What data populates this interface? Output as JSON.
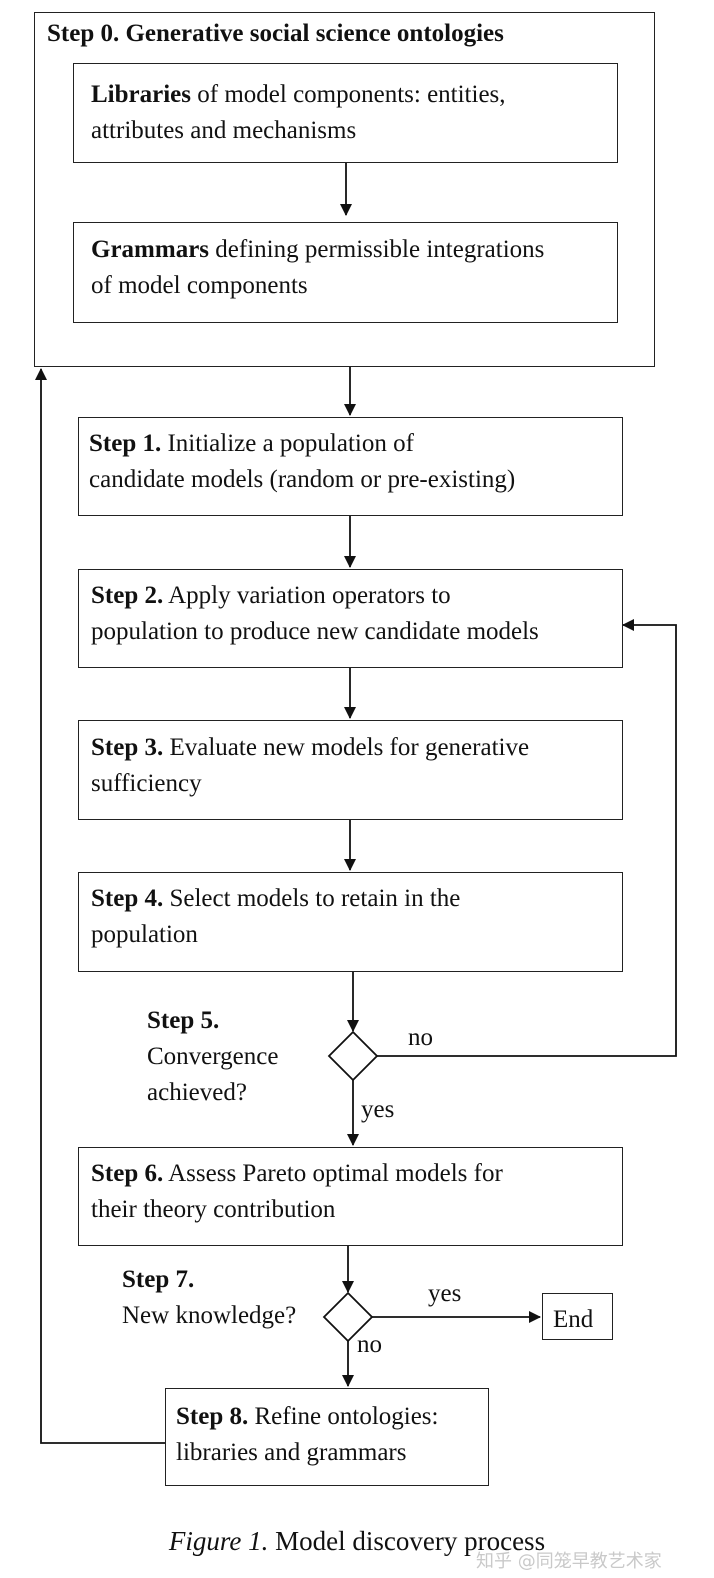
{
  "step0": {
    "title": "Step 0. Generative social science ontologies",
    "libraries": {
      "bold": "Libraries",
      "line1": " of model components: entities,",
      "line2": "attributes and mechanisms"
    },
    "grammars": {
      "bold": "Grammars",
      "line1": " defining permissible integrations",
      "line2": "of model components"
    }
  },
  "steps": {
    "s1": {
      "bold": "Step 1.",
      "line1": " Initialize a population of",
      "line2": "candidate models (random or pre-existing)"
    },
    "s2": {
      "bold": "Step 2.",
      "line1": " Apply variation operators to",
      "line2": "population to produce new candidate models"
    },
    "s3": {
      "bold": "Step 3.",
      "line1": " Evaluate new models for generative",
      "line2": "sufficiency"
    },
    "s4": {
      "bold": "Step 4.",
      "line1": " Select models to retain in the",
      "line2": "population"
    },
    "s5": {
      "bold": "Step 5.",
      "line1": "Convergence",
      "line2": "achieved?"
    },
    "s6": {
      "bold": "Step 6.",
      "line1": " Assess Pareto optimal models for",
      "line2": "their theory contribution"
    },
    "s7": {
      "bold": "Step 7.",
      "line1": "New knowledge?"
    },
    "s8": {
      "bold": "Step 8.",
      "line1": " Refine ontologies:",
      "line2": "libraries and grammars"
    }
  },
  "edges": {
    "s5_no": "no",
    "s5_yes": "yes",
    "s7_yes": "yes",
    "s7_no": "no"
  },
  "end_label": "End",
  "caption": {
    "italic": "Figure 1.",
    "rest": " Model discovery process"
  },
  "watermark": "知乎 @同笼早教艺术家"
}
